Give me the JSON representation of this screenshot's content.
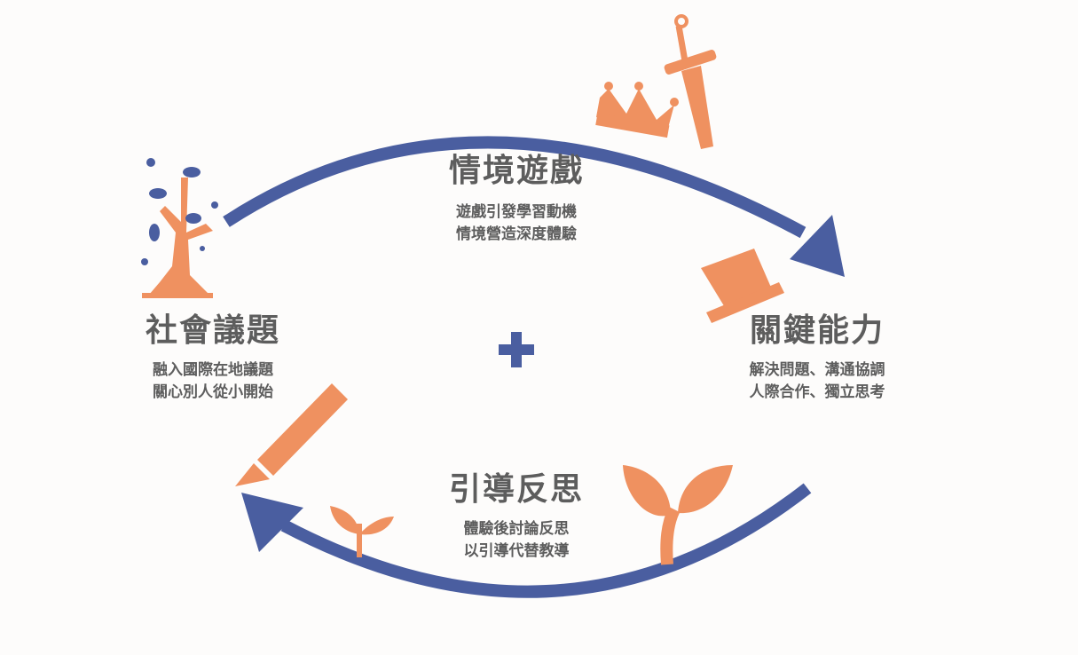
{
  "colors": {
    "blue": "#4a5ea0",
    "orange": "#ef9160",
    "text": "#5d5d5d",
    "background": "#fdfcfb"
  },
  "center_symbol": "+",
  "nodes": {
    "top": {
      "title": "情境遊戲",
      "lines": [
        "遊戲引發學習動機",
        "情境營造深度體驗"
      ],
      "icons": [
        "crown-icon",
        "sword-icon"
      ]
    },
    "right": {
      "title": "關鍵能力",
      "lines": [
        "解決問題、溝通協調",
        "人際合作、獨立思考"
      ],
      "icons": [
        "top-hat-icon"
      ]
    },
    "bottom": {
      "title": "引導反思",
      "lines": [
        "體驗後討論反思",
        "以引導代替教導"
      ],
      "icons": [
        "sprout-small-icon",
        "sprout-large-icon"
      ]
    },
    "left": {
      "title": "社會議題",
      "lines": [
        "融入國際在地議題",
        "關心別人從小開始"
      ],
      "icons": [
        "tree-icon",
        "pencil-icon"
      ]
    }
  }
}
